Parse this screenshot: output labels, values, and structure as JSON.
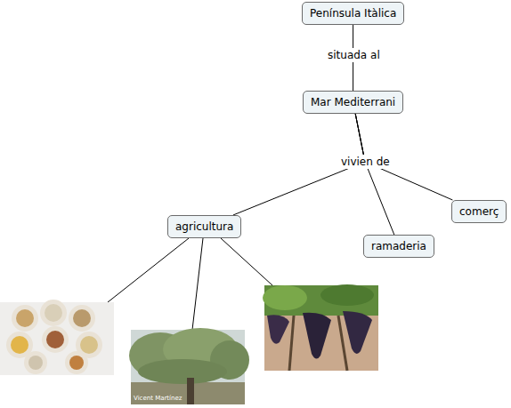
{
  "diagram": {
    "nodes": [
      {
        "text": [
          "Península Itàlica"
        ]
      },
      {
        "text": [
          "Mar Mediterrani"
        ]
      },
      {
        "text": [
          "agricultura"
        ]
      },
      {
        "text": [
          "ramaderia"
        ]
      },
      {
        "text": [
          "comerç"
        ]
      }
    ],
    "edges": [
      {
        "from": 0,
        "to": 1,
        "arrow": "none",
        "label": "situada al"
      },
      {
        "from": 1,
        "to": 2,
        "arrow": "none",
        "label": "vivien de"
      },
      {
        "from": 1,
        "to": 3,
        "arrow": "none"
      },
      {
        "from": 1,
        "to": 4,
        "arrow": "none"
      }
    ],
    "labels": [
      "Vicent Martínez"
    ]
  }
}
